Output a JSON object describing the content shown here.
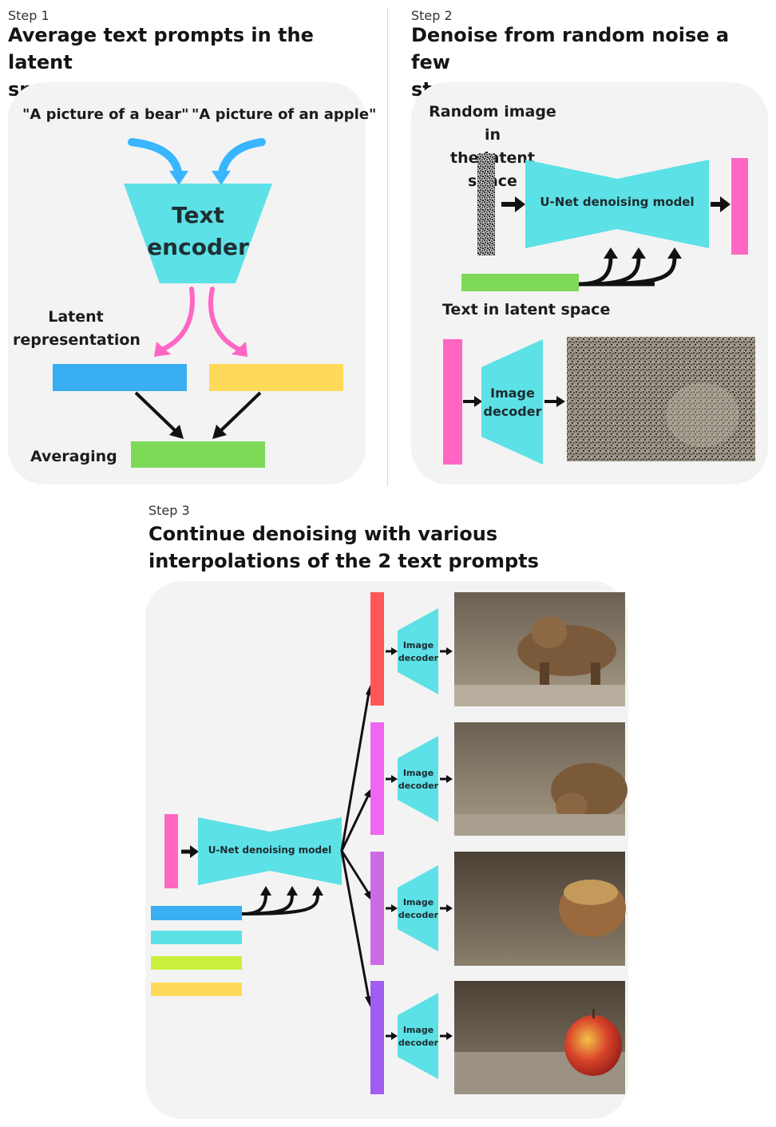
{
  "step1": {
    "label": "Step 1",
    "title_line1": "Average text prompts in the latent",
    "title_line2": "space",
    "prompt_a": "\"A picture of a bear\"",
    "prompt_b": "\"A picture of an apple\"",
    "encoder_line1": "Text",
    "encoder_line2": "encoder",
    "latent_line1": "Latent",
    "latent_line2": "representation",
    "averaging": "Averaging",
    "colors": {
      "blue": "#39aef0",
      "yellow": "#ffd95a",
      "green": "#7ed957",
      "cyan": "#5ce1e6",
      "arrow_blue": "#38b6ff",
      "arrow_pink": "#ff66c4"
    }
  },
  "step2": {
    "label": "Step 2",
    "title_line1": "Denoise from random noise a few",
    "title_line2": "steps",
    "random_line1": "Random image in",
    "random_line2": "the latent space",
    "unet": "U-Net denoising model",
    "text_latent": "Text in latent space",
    "decoder_line1": "Image",
    "decoder_line2": "decoder",
    "colors": {
      "magenta": "#ff66c4",
      "green": "#7ed957",
      "cyan": "#5ce1e6"
    }
  },
  "step3": {
    "label": "Step 3",
    "title_line1": "Continue denoising with various",
    "title_line2": "interpolations of the 2 text prompts",
    "unet": "U-Net denoising model",
    "decoder_line1": "Image",
    "decoder_line2": "decoder",
    "input_bar_colors": [
      "#39aef0",
      "#5ce1e6",
      "#c9f03c",
      "#ffd95a"
    ],
    "output_bar_colors": [
      "#ff5757",
      "#f066f0",
      "#cb6ce6",
      "#a35cf0"
    ]
  }
}
